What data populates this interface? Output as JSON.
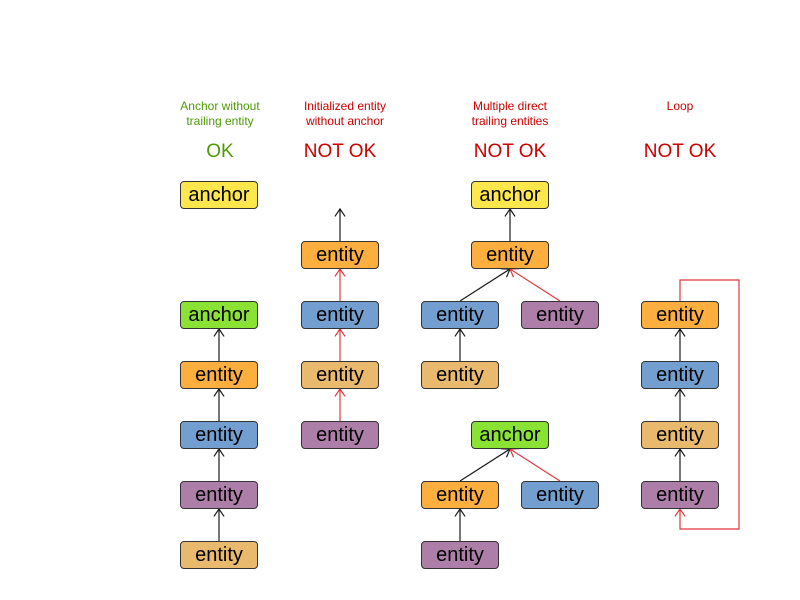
{
  "colors": {
    "anchor_yellow": "#fde74c",
    "anchor_green": "#8ae234",
    "entity_orange": "#fcaf3e",
    "entity_blue": "#729fcf",
    "entity_purple": "#ad7fa8",
    "entity_tan": "#e9b96e",
    "ok_green": "#4e9a06",
    "not_ok_red": "#cc0000"
  },
  "columns": [
    {
      "heading_line1": "Anchor without",
      "heading_line2": "trailing entity",
      "verdict": "OK"
    },
    {
      "heading_line1": "Initialized entity",
      "heading_line2": "without anchor",
      "verdict": "NOT OK"
    },
    {
      "heading_line1": "Multiple direct",
      "heading_line2": "trailing entities",
      "verdict": "NOT OK"
    },
    {
      "heading_line1": "Loop",
      "heading_line2": "",
      "verdict": "NOT OK"
    }
  ],
  "nodes": [
    {
      "id": "c1_anchor_top",
      "label": "anchor",
      "color": "#fde74c"
    },
    {
      "id": "c1_anchor",
      "label": "anchor",
      "color": "#8ae234"
    },
    {
      "id": "c1_e1",
      "label": "entity",
      "color": "#fcaf3e"
    },
    {
      "id": "c1_e2",
      "label": "entity",
      "color": "#729fcf"
    },
    {
      "id": "c1_e3",
      "label": "entity",
      "color": "#ad7fa8"
    },
    {
      "id": "c1_e4",
      "label": "entity",
      "color": "#e9b96e"
    },
    {
      "id": "c2_e1",
      "label": "entity",
      "color": "#fcaf3e"
    },
    {
      "id": "c2_e2",
      "label": "entity",
      "color": "#729fcf"
    },
    {
      "id": "c2_e3",
      "label": "entity",
      "color": "#e9b96e"
    },
    {
      "id": "c2_e4",
      "label": "entity",
      "color": "#ad7fa8"
    },
    {
      "id": "c3_anchor_top",
      "label": "anchor",
      "color": "#fde74c"
    },
    {
      "id": "c3_e1",
      "label": "entity",
      "color": "#fcaf3e"
    },
    {
      "id": "c3_e2",
      "label": "entity",
      "color": "#729fcf"
    },
    {
      "id": "c3_e3",
      "label": "entity",
      "color": "#ad7fa8"
    },
    {
      "id": "c3_e4",
      "label": "entity",
      "color": "#e9b96e"
    },
    {
      "id": "c3_anchor_bottom",
      "label": "anchor",
      "color": "#8ae234"
    },
    {
      "id": "c3_e5",
      "label": "entity",
      "color": "#fcaf3e"
    },
    {
      "id": "c3_e6",
      "label": "entity",
      "color": "#729fcf"
    },
    {
      "id": "c3_e7",
      "label": "entity",
      "color": "#ad7fa8"
    },
    {
      "id": "c4_e1",
      "label": "entity",
      "color": "#fcaf3e"
    },
    {
      "id": "c4_e2",
      "label": "entity",
      "color": "#729fcf"
    },
    {
      "id": "c4_e3",
      "label": "entity",
      "color": "#e9b96e"
    },
    {
      "id": "c4_e4",
      "label": "entity",
      "color": "#ad7fa8"
    }
  ],
  "edges": [
    {
      "from": "c1_e1",
      "to": "c1_anchor",
      "color": "black"
    },
    {
      "from": "c1_e2",
      "to": "c1_e1",
      "color": "black"
    },
    {
      "from": "c1_e3",
      "to": "c1_e2",
      "color": "black"
    },
    {
      "from": "c1_e4",
      "to": "c1_e3",
      "color": "black"
    },
    {
      "from": "c2_e1",
      "to": null,
      "color": "black"
    },
    {
      "from": "c2_e2",
      "to": "c2_e1",
      "color": "red"
    },
    {
      "from": "c2_e3",
      "to": "c2_e2",
      "color": "red"
    },
    {
      "from": "c2_e4",
      "to": "c2_e3",
      "color": "red"
    },
    {
      "from": "c3_e1",
      "to": "c3_anchor_top",
      "color": "black"
    },
    {
      "from": "c3_e2",
      "to": "c3_e1",
      "color": "black"
    },
    {
      "from": "c3_e3",
      "to": "c3_e1",
      "color": "red"
    },
    {
      "from": "c3_e4",
      "to": "c3_e2",
      "color": "black"
    },
    {
      "from": "c3_e5",
      "to": "c3_anchor_bottom",
      "color": "black"
    },
    {
      "from": "c3_e6",
      "to": "c3_anchor_bottom",
      "color": "red"
    },
    {
      "from": "c3_e7",
      "to": "c3_e5",
      "color": "black"
    },
    {
      "from": "c4_e2",
      "to": "c4_e1",
      "color": "black"
    },
    {
      "from": "c4_e3",
      "to": "c4_e2",
      "color": "black"
    },
    {
      "from": "c4_e4",
      "to": "c4_e3",
      "color": "black"
    },
    {
      "from": "c4_e1",
      "to": "c4_e4",
      "color": "red",
      "loop": true
    }
  ]
}
